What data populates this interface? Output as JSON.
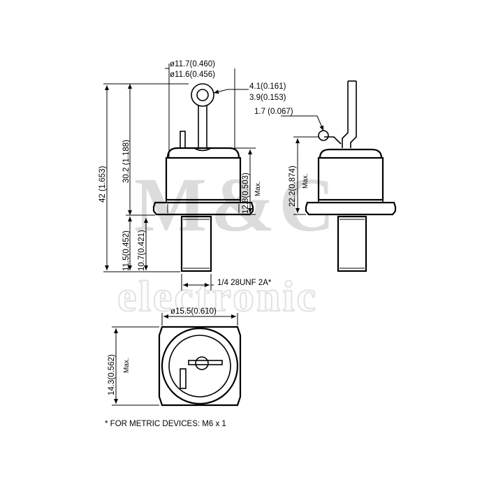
{
  "watermark": {
    "line1": "M&C",
    "line2": "electronic"
  },
  "dimensions": {
    "head_diameter_max": "ø11.7(0.460)",
    "head_diameter_min": "ø11.6(0.456)",
    "hole_max": "4.1(0.161)",
    "hole_min": "3.9(0.153)",
    "pin_width": "1.7 (0.067)",
    "overall_height": "42 (1.653)",
    "height_to_terminal": "30.2 (1.188)",
    "body_height": "12.8(0.503)",
    "body_height_note": "Max.",
    "stud_length_max": "11.5(0.452)",
    "stud_length_min": "10.7(0.421)",
    "side_height": "22.2(0.874)",
    "side_height_note": "Max.",
    "thread": "1/4 28UNF 2A*",
    "hex_diameter": "ø15.5(0.610)",
    "base_height": "14.3(0.562)",
    "base_height_note": "Max."
  },
  "footnote": "* FOR METRIC DEVICES: M6 x 1"
}
